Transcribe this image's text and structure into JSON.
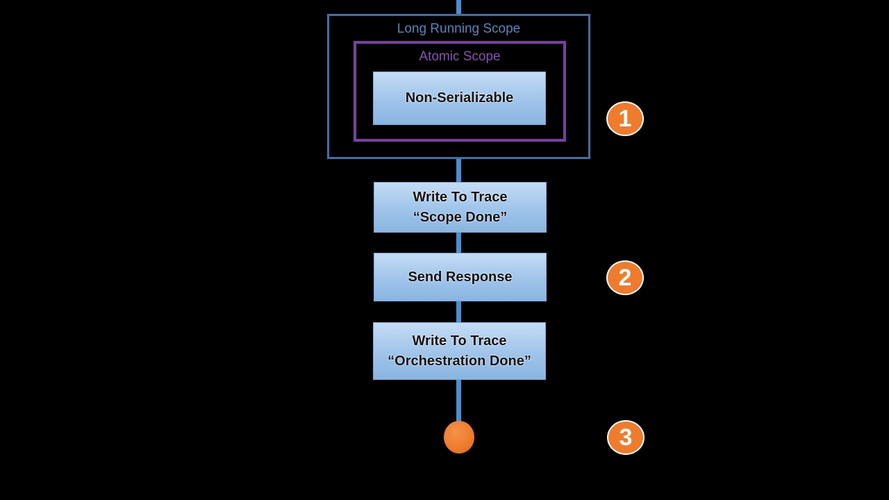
{
  "scopes": {
    "long_running": "Long Running Scope",
    "atomic": "Atomic Scope"
  },
  "shapes": {
    "non_serializable": {
      "lines": [
        "Non-Serializable"
      ]
    },
    "write_trace_scope": {
      "lines": [
        "Write To Trace",
        "“Scope Done”"
      ]
    },
    "send_response": {
      "lines": [
        "Send Response"
      ]
    },
    "write_trace_orch": {
      "lines": [
        "Write To Trace",
        "“Orchestration Done”"
      ]
    }
  },
  "badges": [
    "1",
    "2",
    "3"
  ],
  "colors": {
    "flow_line": "#4a8fd0",
    "long_scope_border": "#3e6fa6",
    "atomic_scope_border": "#7a3fa3",
    "badge": "#f07b2c",
    "end_node": "#ee7a2a"
  }
}
